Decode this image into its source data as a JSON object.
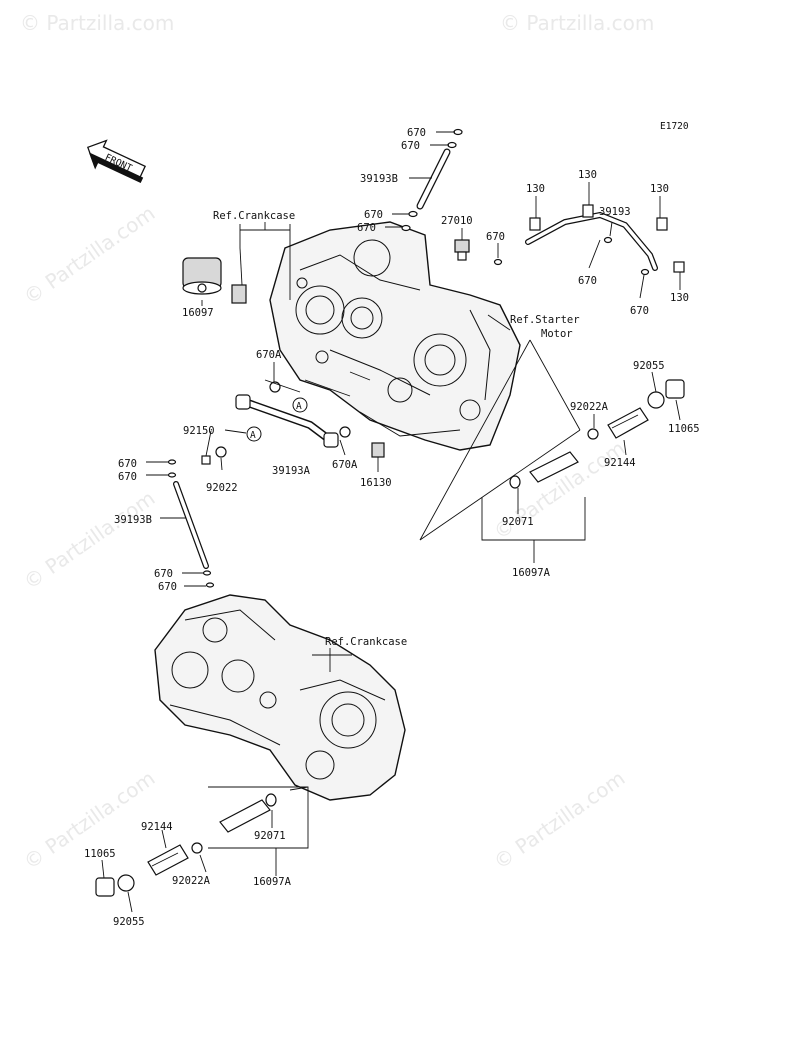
{
  "diagram_code": "E1720",
  "front_label": "FRONT",
  "watermark": "© Partzilla.com",
  "refs": {
    "crankcase_top": "Ref.Crankcase",
    "crankcase_bottom": "Ref.Crankcase",
    "starter_line1": "Ref.Starter",
    "starter_line2": "Motor"
  },
  "circle_marker": "A",
  "labels": {
    "p670_a": "670",
    "p670_b": "670",
    "p39193b_top": "39193B",
    "p670_c": "670",
    "p670_d": "670",
    "p27010": "27010",
    "p130_a": "130",
    "p130_b": "130",
    "p130_c": "130",
    "p130_d": "130",
    "p39193_right": "39193",
    "p670_e": "670",
    "p670_f": "670",
    "p670_g": "670",
    "p16097": "16097",
    "p670a_1": "670A",
    "p92150": "92150",
    "p92022": "92022",
    "p39193a": "39193A",
    "p670a_2": "670A",
    "p16130": "16130",
    "p92055_top": "92055",
    "p11065_top": "11065",
    "p92022a_top": "92022A",
    "p92144_top": "92144",
    "p92071_top": "92071",
    "p16097a_top": "16097A",
    "p670_h": "670",
    "p670_i": "670",
    "p39193b_left": "39193B",
    "p670_j": "670",
    "p670_k": "670",
    "p92144_bot": "92144",
    "p92071_bot": "92071",
    "p11065_bot": "11065",
    "p92022a_bot": "92022A",
    "p16097a_bot": "16097A",
    "p92055_bot": "92055"
  }
}
